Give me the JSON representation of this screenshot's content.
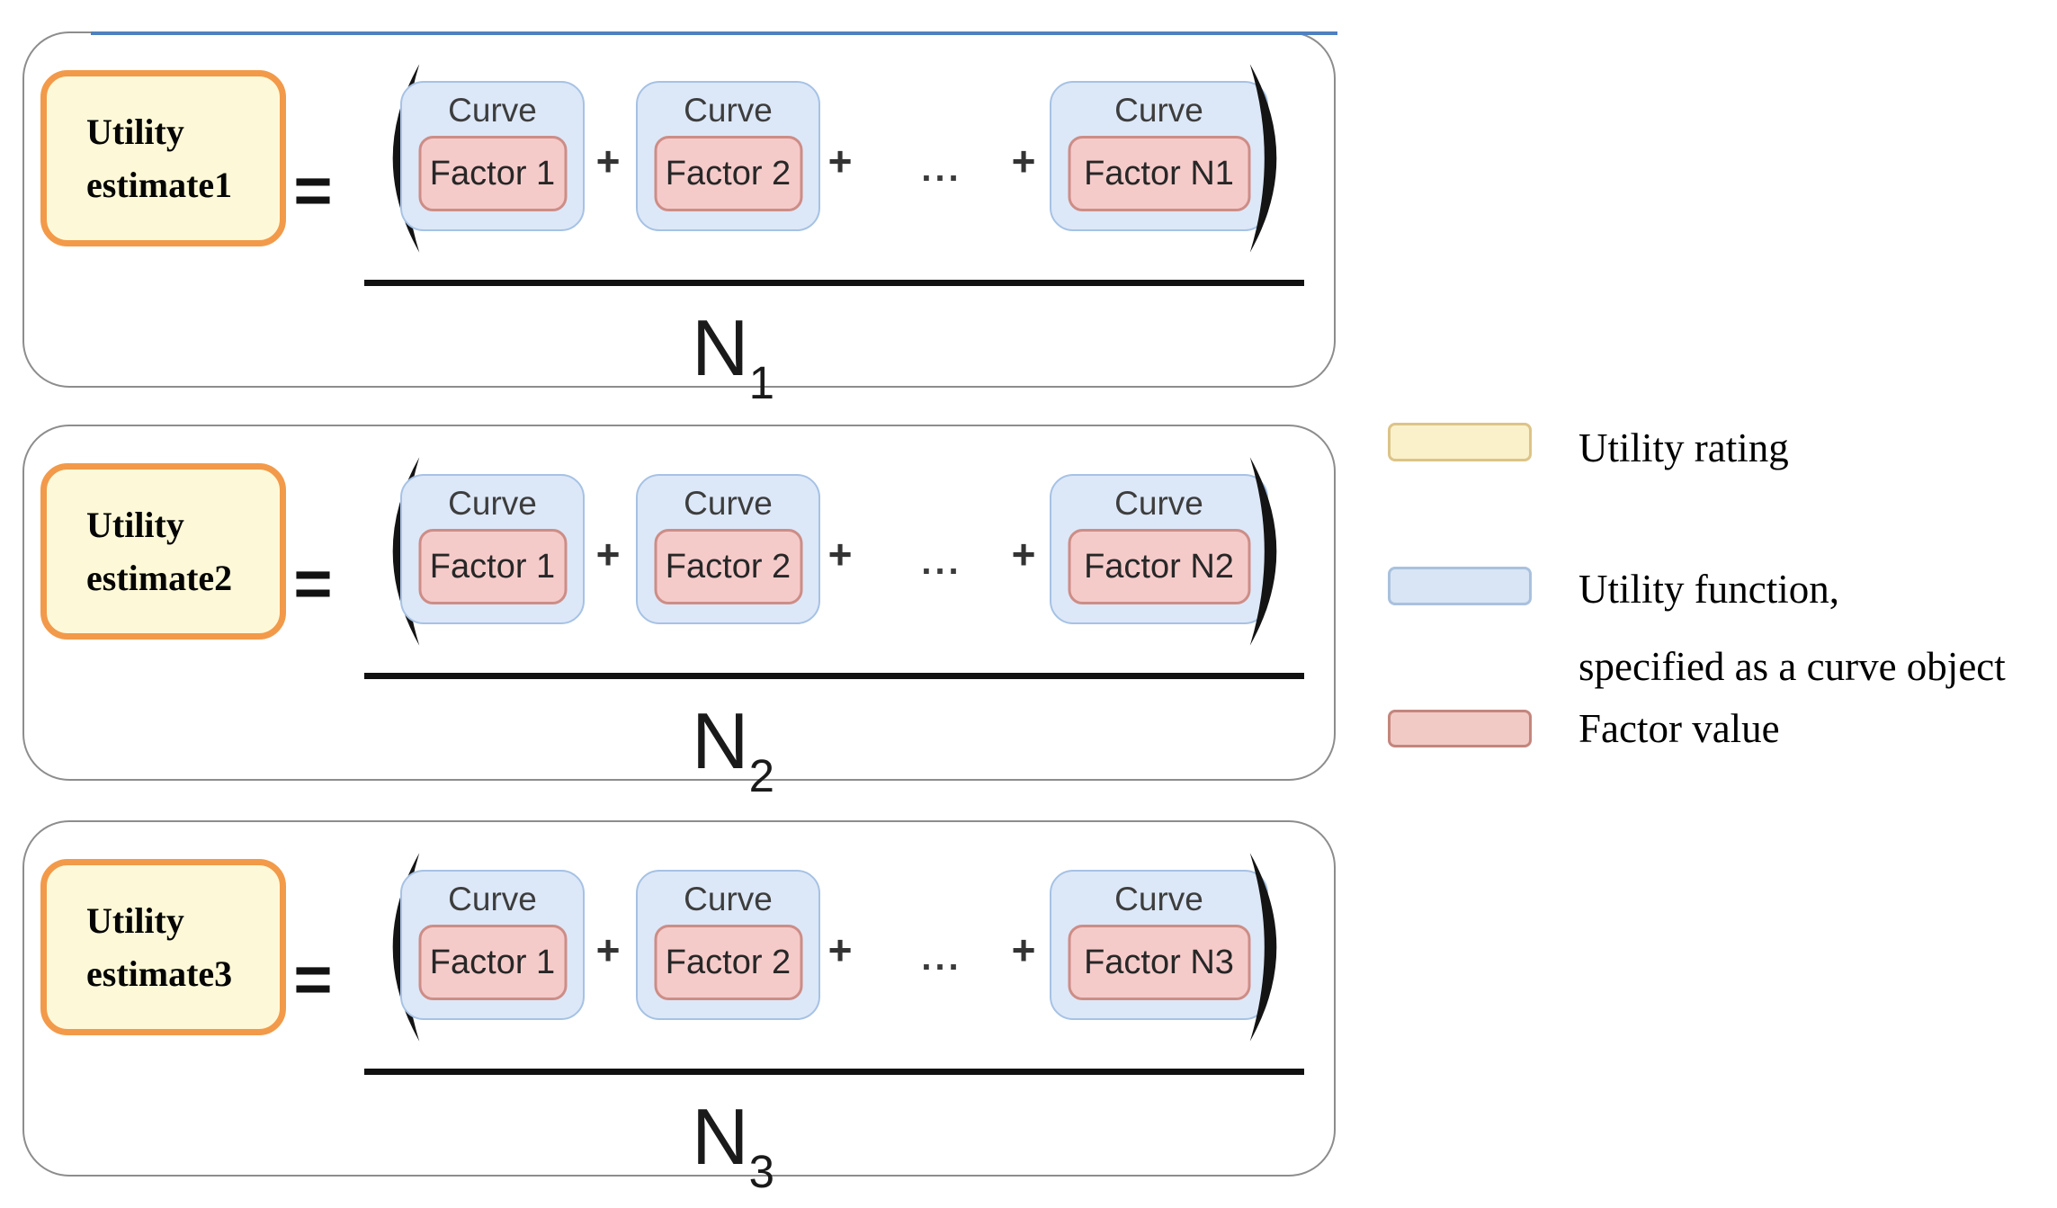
{
  "colors": {
    "top_line_blue": "#4f80bf",
    "frame_border": "#8d8d8d",
    "estimate_fill": "#fdf9d8",
    "estimate_border": "#f29a49",
    "curve_fill": "#dce8f8",
    "curve_border": "#a6c2e4",
    "factor_fill": "#f5cbca",
    "factor_border": "#cd8d86",
    "legend_yellow_fill": "#faf1cb",
    "legend_yellow_border": "#dcc488",
    "legend_blue_fill": "#d9e5f5",
    "legend_blue_border": "#a9c1dd",
    "legend_pink_fill": "#f1cac5",
    "legend_pink_border": "#c3867d"
  },
  "formula": {
    "curve_label": "Curve",
    "plus": "+",
    "dots": "...",
    "equals": "="
  },
  "rows": [
    {
      "estimate_line1": "Utility",
      "estimate_line2": "estimate1",
      "factors": [
        "Factor 1",
        "Factor 2",
        "Factor N1"
      ],
      "denominator_base": "N",
      "denominator_sub": "1"
    },
    {
      "estimate_line1": "Utility",
      "estimate_line2": "estimate2",
      "factors": [
        "Factor 1",
        "Factor 2",
        "Factor N2"
      ],
      "denominator_base": "N",
      "denominator_sub": "2"
    },
    {
      "estimate_line1": "Utility",
      "estimate_line2": "estimate3",
      "factors": [
        "Factor 1",
        "Factor 2",
        "Factor N3"
      ],
      "denominator_base": "N",
      "denominator_sub": "3"
    }
  ],
  "legend": [
    {
      "label_lines": [
        "Utility rating"
      ]
    },
    {
      "label_lines": [
        "Utility function,",
        "specified as a curve object"
      ]
    },
    {
      "label_lines": [
        "Factor value"
      ]
    }
  ]
}
